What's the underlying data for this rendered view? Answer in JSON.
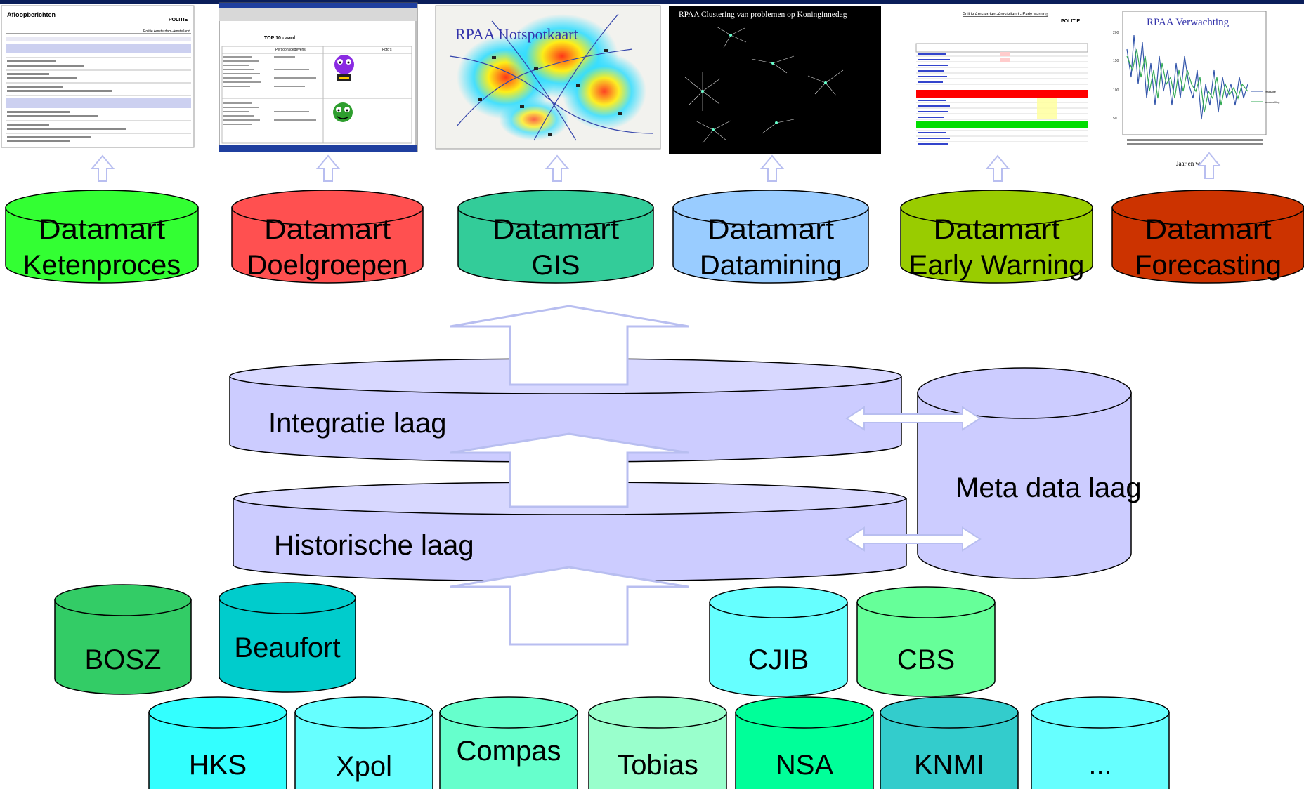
{
  "thumbnails": {
    "ketenproces": {
      "title": "Afloopberichten",
      "logo": "POLITIE",
      "subtitle": "Politie Amsterdam-Amstelland"
    },
    "doelgroepen": {
      "title": "TOP 10 - aanl",
      "col1": "Persoonsgegevens",
      "col2": "Foto's"
    },
    "gis": {
      "title": "RPAA Hotspotkaart"
    },
    "datamining": {
      "title": "RPAA Clustering van problemen op Koninginnedag"
    },
    "early_warning": {
      "title": "Politie Amsterdam-Amstelland - Early warning",
      "logo": "POLITIE"
    },
    "forecasting": {
      "title": "RPAA Verwachting",
      "xlabel": "Jaar en week",
      "legend": [
        "realisatie",
        "voorspelling"
      ],
      "yticks": [
        "200",
        "150",
        "100",
        "50"
      ]
    }
  },
  "datamarts": [
    {
      "line1": "Datamart",
      "line2": "Ketenproces",
      "color": "#33ff33"
    },
    {
      "line1": "Datamart",
      "line2": "Doelgroepen",
      "color": "#ff5050"
    },
    {
      "line1": "Datamart",
      "line2": "GIS",
      "color": "#33cc99"
    },
    {
      "line1": "Datamart",
      "line2": "Datamining",
      "color": "#99ccff"
    },
    {
      "line1": "Datamart",
      "line2": "Early Warning",
      "color": "#99cc00"
    },
    {
      "line1": "Datamart",
      "line2": "Forecasting",
      "color": "#cc3300"
    }
  ],
  "layers": {
    "integratie": "Integratie laag",
    "historische": "Historische laag",
    "metadata": "Meta data laag",
    "layer_color": "#ccccff"
  },
  "sources_row1": [
    {
      "label": "BOSZ",
      "color": "#33cc66"
    },
    {
      "label": "Beaufort",
      "color": "#00cccc"
    },
    {
      "label": "CJIB",
      "color": "#66ffff"
    },
    {
      "label": "CBS",
      "color": "#66ff99"
    }
  ],
  "sources_row2": [
    {
      "label": "HKS",
      "color": "#33ffff"
    },
    {
      "label": "Xpol",
      "color": "#66ffff"
    },
    {
      "label": "Compas",
      "color": "#66ffcc"
    },
    {
      "label": "Tobias",
      "color": "#99ffcc"
    },
    {
      "label": "NSA",
      "color": "#00ff99"
    },
    {
      "label": "KNMI",
      "color": "#33cccc"
    },
    {
      "label": "...",
      "color": "#66ffff"
    }
  ]
}
